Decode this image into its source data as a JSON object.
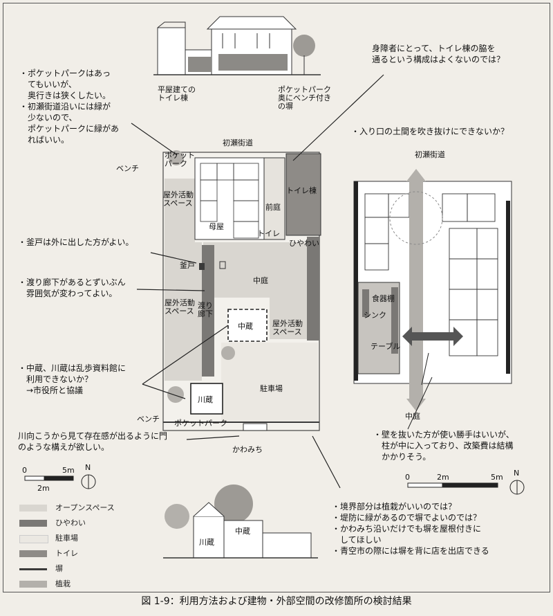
{
  "notes": {
    "pocket_park": "・ポケットパークはあっ\n　てもいいが、\n　奥行きは狭くしたい。\n・初瀬街道沿いには緑が\n　少ないので、\n　ポケットパークに緑があ\n　ればいい。",
    "kamado": "・釜戸は外に出した方がよい。",
    "watari": "・渡り廊下があるとずいぶん\n　雰囲気が変わってよい。",
    "kura": "・中蔵、川蔵は乱歩資料館に\n　利用できないか？\n　→市役所と協議",
    "gate": "川向こうから見て存在感が出るように門\nのような構えが欲しい。",
    "toilet": "身障者にとって、トイレ棟の脇を\n通るという構成はよくないのでは？",
    "fukinuke": "・入り口の土間を吹き抜けにできないか？",
    "wall": "・壁を抜いた方が使い勝手はいいが、\n　柱が中に入っており、改築費は結構\n　かかりそう。",
    "boundary": "・境界部分は植栽がいいのでは？\n・堤防に緑があるので塀でよいのでは？\n・かわみち沿いだけでも塀を屋根付きに\n　してほしい\n・青空市の際には塀を背に店を出店できる"
  },
  "elevation_labels": {
    "toilet_annex": "平屋建ての\nトイレ棟",
    "bench_wall": "ポケットパーク\n奥にベンチ付き\nの塀"
  },
  "plan_labels": {
    "hase_road": "初瀬街道",
    "bench_top": "ベンチ",
    "pocket_top": "ポケット\nパーク",
    "outdoor_1": "屋外活動\nスペース",
    "main_house": "母屋",
    "front_garden": "前庭",
    "toilet_building": "トイレ棟",
    "toilet": "トイレ",
    "hiyawai": "ひやわい",
    "kamado": "釜戸",
    "courtyard": "中庭",
    "outdoor_2": "屋外活動\nスペース",
    "corridor": "渡り\n廊下",
    "naka_kura": "中蔵",
    "outdoor_3": "屋外活動\nスペース",
    "kawa_kura": "川蔵",
    "parking": "駐車場",
    "bench_bottom": "ベンチ",
    "pocket_bottom": "ポケットパーク",
    "kawamichi": "かわみち"
  },
  "scale_bar": {
    "zero": "0",
    "two": "2m",
    "five": "5m",
    "north": "N"
  },
  "detail_labels": {
    "hase_road": "初瀬街道",
    "cupboard": "食器棚",
    "sink": "シンク",
    "table": "テーブル",
    "courtyard": "中庭",
    "zero": "0",
    "two": "2m",
    "five": "5m",
    "north": "N"
  },
  "section_labels": {
    "kawa_kura": "川蔵",
    "naka_kura": "中蔵"
  },
  "legend": [
    {
      "label": "オープンスペース",
      "color": "#d9d6d0"
    },
    {
      "label": "ひやわい",
      "color": "#7a7875"
    },
    {
      "label": "駐車場",
      "color": "#ebe8e2"
    },
    {
      "label": "トイレ",
      "color": "#8e8b87"
    },
    {
      "label": "塀",
      "color": "#3a3a3a"
    },
    {
      "label": "植栽",
      "color": "#b3b0ab"
    }
  ],
  "caption": "図 1-9：利用方法および建物・外部空間の改修箇所の検討結果"
}
